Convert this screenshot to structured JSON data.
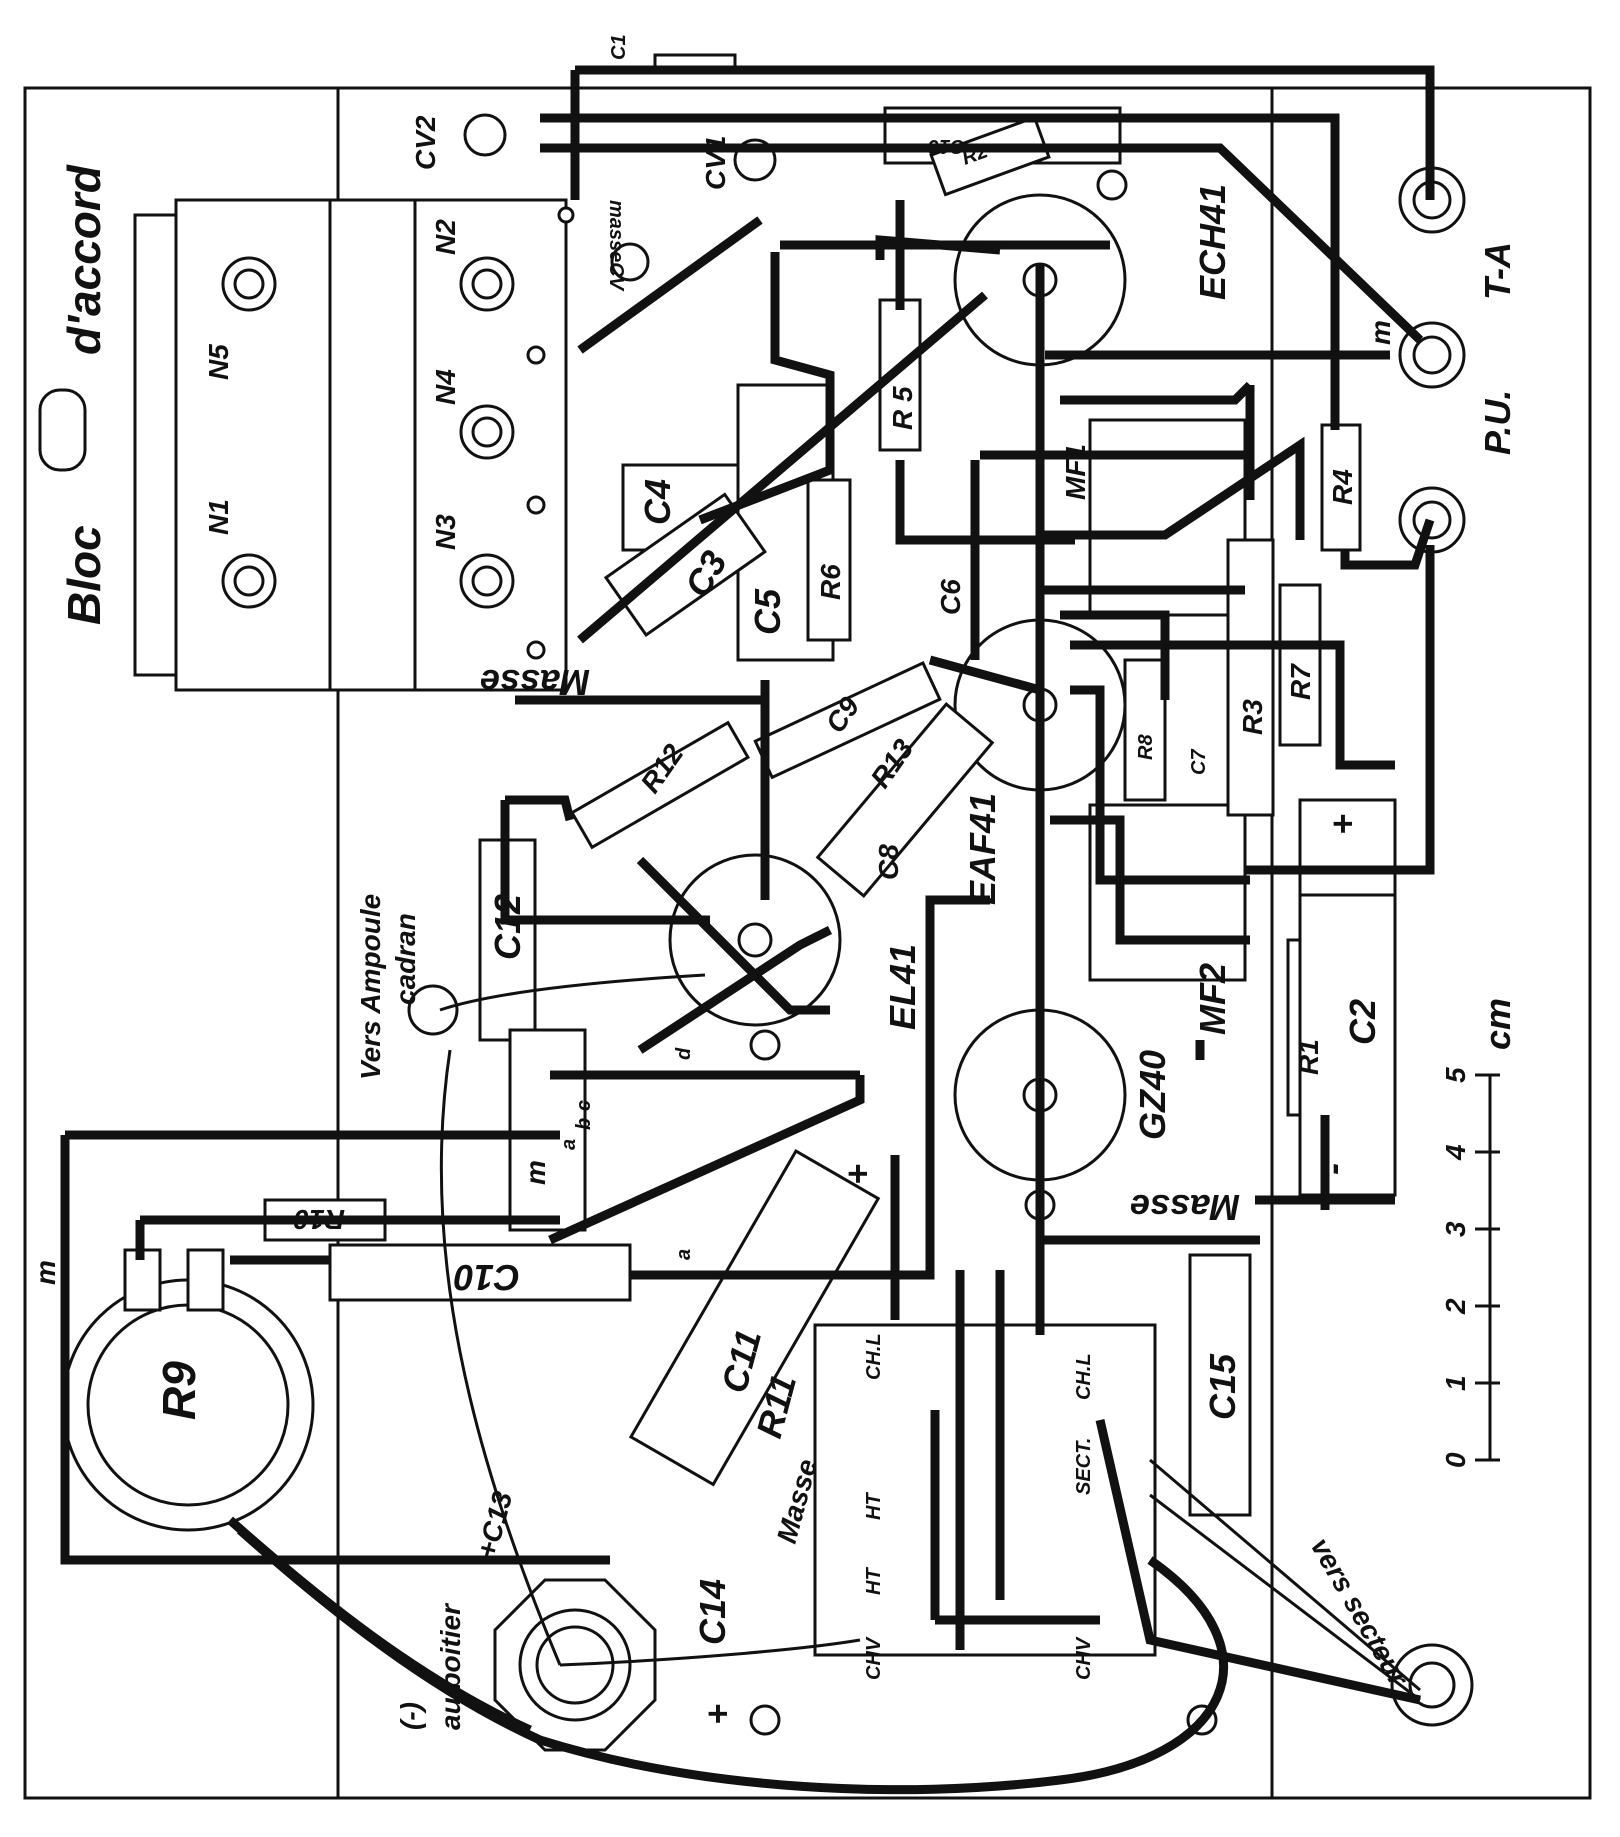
{
  "colors": {
    "ink": "#111111",
    "paper": "#ffffff"
  },
  "labels": {
    "bloc": "Bloc",
    "daccord": "d'accord",
    "n1": "N1",
    "n2": "N2",
    "n3": "N3",
    "n4": "N4",
    "n5": "N5",
    "cv1": "CV1",
    "cv2": "CV2",
    "c1": "C1",
    "c2": "C2",
    "c3": "C3",
    "c4": "C4",
    "c5": "C5",
    "c6": "C6",
    "c7": "C7",
    "c8": "C8",
    "c9": "C9",
    "c10": "C10",
    "c11": "C11",
    "c12": "C12",
    "c13": "+C13",
    "c14": "C14",
    "c15": "C15",
    "c16": "C16",
    "r1": "R1",
    "r2": "R2",
    "r3": "R3",
    "r4": "R4",
    "r5": "R 5",
    "r6": "R6",
    "r7": "R7",
    "r8": "R8",
    "r9": "R9",
    "r10": "R10",
    "r11": "R11",
    "r12": "R12",
    "r13": "R13",
    "ech41": "ECH41",
    "eaf41": "EAF41",
    "el41": "EL41",
    "gz40": "GZ40",
    "mf1": "MF1",
    "mf2": "MF2",
    "masse_top": "Masse",
    "masse_right": "Masse",
    "masse_left": "Masse",
    "massecv": "masseCV",
    "pu": "P.U.",
    "ta": "T-A",
    "m_pu": "m",
    "m_r9": "m",
    "m_trans": "m",
    "vers_ampoule": "Vers Ampoule",
    "cadran": "cadran",
    "vers_secteur": "vers secteur",
    "au_boitier": "au boitier",
    "minus_paren": "(-)",
    "plus_c14": "+",
    "plus_c11": "+",
    "plus_box": "+",
    "minus_box": "-",
    "bc": "b-c",
    "a_lbl": "a",
    "d_lbl": "d",
    "a2_lbl": "a",
    "chl_1": "CH.L",
    "chl_2": "CH.L",
    "ht_1": "HT",
    "ht_2": "HT",
    "chv_1": "CHV",
    "chv_2": "CHV",
    "sect": "SECT."
  },
  "scale": {
    "unit": "cm",
    "ticks": [
      "0",
      "1",
      "2",
      "3",
      "4",
      "5"
    ]
  }
}
